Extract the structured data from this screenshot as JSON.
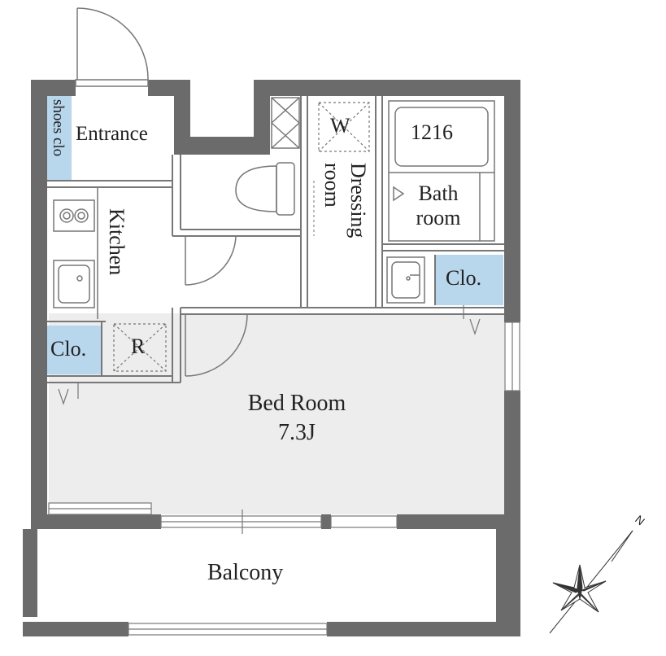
{
  "plan": {
    "rooms": {
      "entrance": "Entrance",
      "shoes_closet": "shoes clo",
      "kitchen": "Kitchen",
      "fridge": "R",
      "washer": "W",
      "dressing_line1": "Dressing",
      "dressing_line2": "room",
      "bath_size": "1216",
      "bath_line1": "Bath",
      "bath_line2": "room",
      "closet_right": "Clo.",
      "closet_left": "Clo.",
      "bedroom": "Bed Room",
      "bedroom_area": "7.3J",
      "balcony": "Balcony"
    },
    "compass": {
      "north": "N"
    },
    "colors": {
      "wall": "#6b6b6b",
      "floor": "#ededed",
      "closet": "#b8d6ec",
      "line": "#777777"
    }
  }
}
